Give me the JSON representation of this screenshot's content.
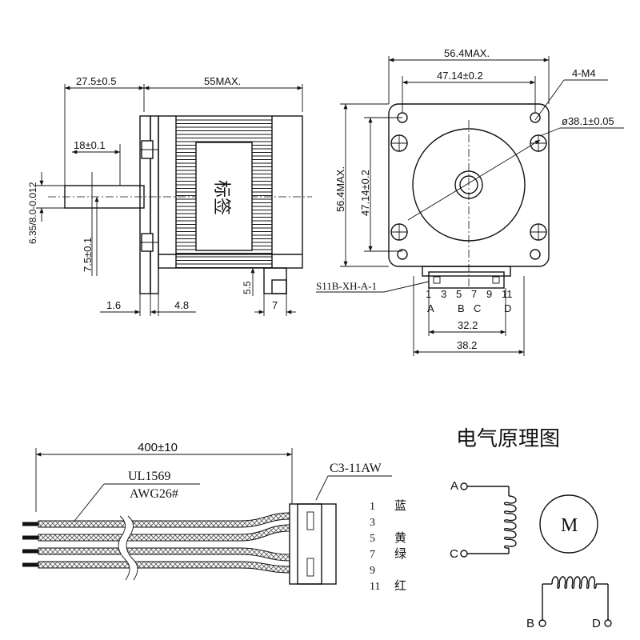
{
  "side_view": {
    "dim_shaft_length": "27.5±0.5",
    "dim_body_length": "55MAX.",
    "dim_flat_length": "18±0.1",
    "dim_shaft_dia": "6.35/8.0-0.012",
    "dim_flat_offset": "7.5±0.1",
    "dim_boss": "1.6",
    "dim_flange": "4.8",
    "dim_conn_h": "5.5",
    "dim_conn_w": "7",
    "label_text": "标签"
  },
  "front_view": {
    "dim_max_width": "56.4MAX.",
    "dim_hole_spacing": "47.14±0.2",
    "dim_screws": "4-M4",
    "dim_pilot": "ø38.1±0.05",
    "dim_max_height": "56.4MAX.",
    "dim_hole_spacing_v": "47.14±0.2",
    "connector_part": "S11B-XH-A-1",
    "pin_numbers": [
      "1",
      "3",
      "5",
      "7",
      "9",
      "11"
    ],
    "pin_letters": [
      "A",
      "B",
      "C",
      "D"
    ],
    "dim_pin_span": "32.2",
    "dim_conn_width": "38.2"
  },
  "harness": {
    "dim_length": "400±10",
    "cable_type": "UL1569",
    "wire_gauge": "AWG26#",
    "connector_housing": "C3-11AW",
    "pins": [
      {
        "num": "1",
        "color": "蓝"
      },
      {
        "num": "3",
        "color": ""
      },
      {
        "num": "5",
        "color": "黄"
      },
      {
        "num": "7",
        "color": "绿"
      },
      {
        "num": "9",
        "color": ""
      },
      {
        "num": "11",
        "color": "红"
      }
    ]
  },
  "schematic": {
    "title": "电气原理图",
    "motor_symbol": "M",
    "terminals": [
      "A",
      "C",
      "B",
      "D"
    ]
  }
}
